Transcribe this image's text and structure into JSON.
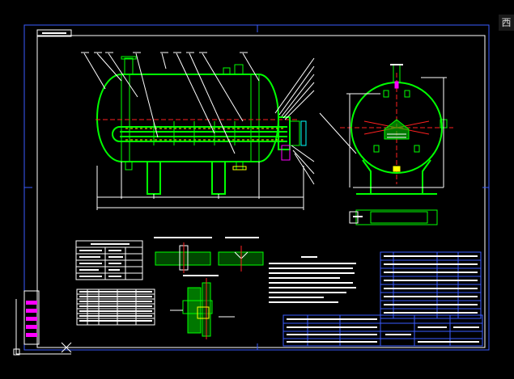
{
  "app": {
    "title": ""
  },
  "view_cube": {
    "direction_label": "西"
  },
  "colors": {
    "background": "#000000",
    "frame": "#3a5cff",
    "vessel": "#00ff00",
    "text": "#ffffff",
    "centerline": "#ff2020",
    "accent_magenta": "#ff00ff",
    "accent_yellow": "#ffff00",
    "accent_cyan": "#00ffff"
  },
  "drawing": {
    "title_block_present": true,
    "views": [
      "front-elevation",
      "side-elevation",
      "detail-views",
      "tables"
    ]
  }
}
